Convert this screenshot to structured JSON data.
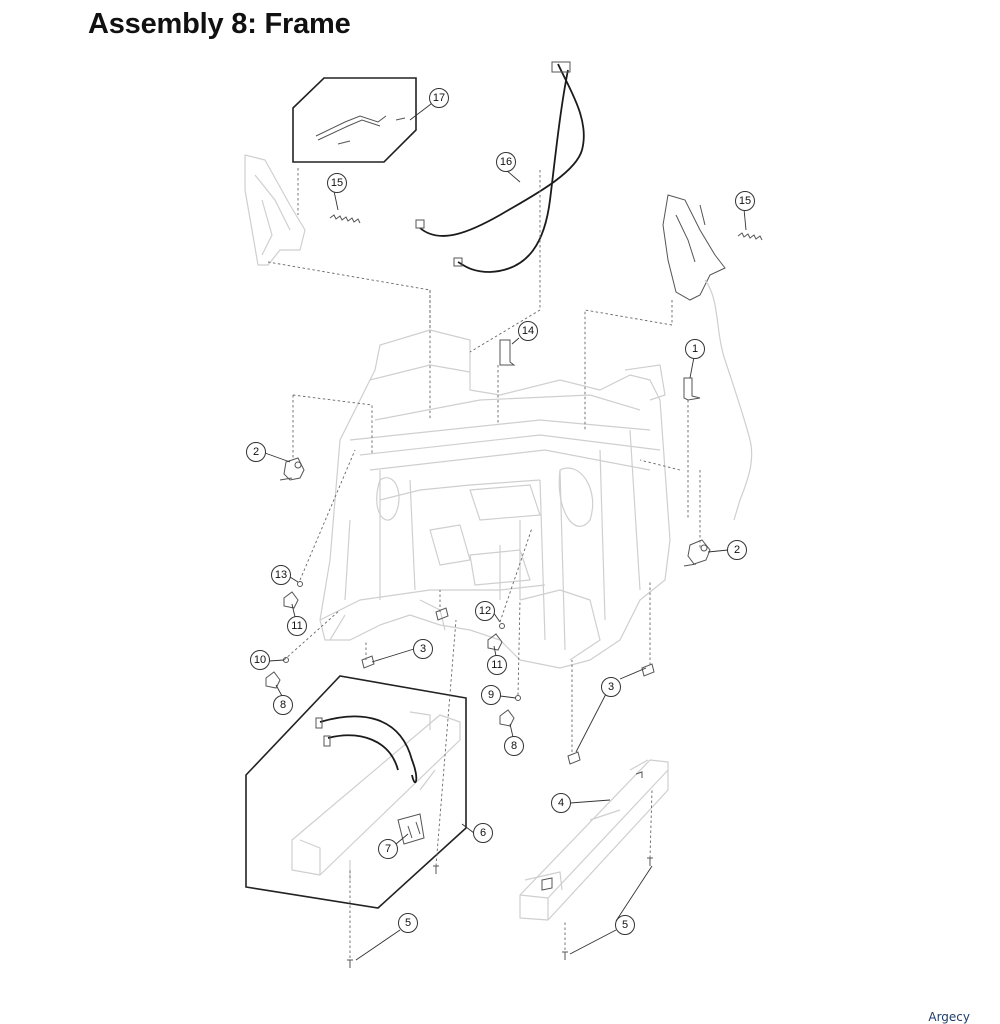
{
  "title": "Assembly 8: Frame",
  "watermark": "Argecy",
  "colors": {
    "title": "#111111",
    "part_outline": "#cfcfcf",
    "cable": "#1b1b1b",
    "watermark": "#1f3d6b"
  },
  "callouts": [
    {
      "id": "c17",
      "label": "17"
    },
    {
      "id": "c16",
      "label": "16"
    },
    {
      "id": "c15a",
      "label": "15"
    },
    {
      "id": "c15b",
      "label": "15"
    },
    {
      "id": "c14",
      "label": "14"
    },
    {
      "id": "c1",
      "label": "1"
    },
    {
      "id": "c2a",
      "label": "2"
    },
    {
      "id": "c2b",
      "label": "2"
    },
    {
      "id": "c13",
      "label": "13"
    },
    {
      "id": "c11a",
      "label": "11"
    },
    {
      "id": "c12",
      "label": "12"
    },
    {
      "id": "c11b",
      "label": "11"
    },
    {
      "id": "c3a",
      "label": "3"
    },
    {
      "id": "c10",
      "label": "10"
    },
    {
      "id": "c8a",
      "label": "8"
    },
    {
      "id": "c9",
      "label": "9"
    },
    {
      "id": "c3b",
      "label": "3"
    },
    {
      "id": "c8b",
      "label": "8"
    },
    {
      "id": "c4",
      "label": "4"
    },
    {
      "id": "c6",
      "label": "6"
    },
    {
      "id": "c7",
      "label": "7"
    },
    {
      "id": "c5a",
      "label": "5"
    },
    {
      "id": "c5b",
      "label": "5"
    }
  ]
}
